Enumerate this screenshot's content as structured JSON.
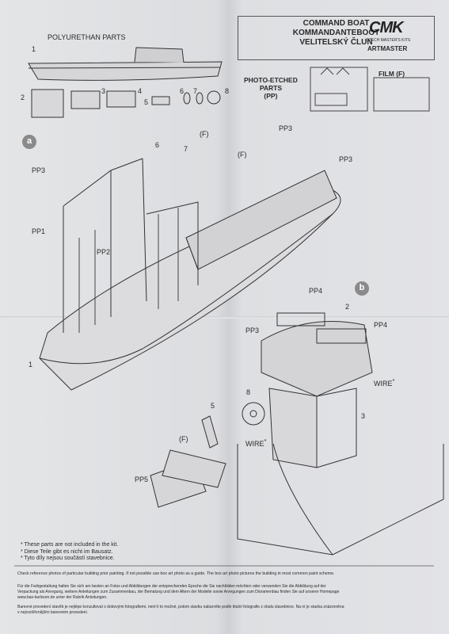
{
  "header": {
    "polyurethan": "POLYURETHAN PARTS",
    "title1": "COMMAND BOAT",
    "title2": "KOMMANDANTEBOOT",
    "title3": "VELITELSKÝ ČLUN",
    "logo_mark": "CMK",
    "logo_small": "CZECH MASTER'S KITS",
    "artmaster": "ARTMASTER",
    "pe_title1": "PHOTO-ETCHED",
    "pe_title2": "PARTS",
    "pe_title3": "(PP)",
    "film": "FILM (F)"
  },
  "part_numbers": [
    "1",
    "2",
    "3",
    "4",
    "5",
    "6",
    "7",
    "8"
  ],
  "steps": [
    "a",
    "b"
  ],
  "labels": {
    "pp1": "PP1",
    "pp2": "PP2",
    "pp3": "PP3",
    "pp4": "PP4",
    "pp5": "PP5",
    "f": "(F)",
    "wire": "WIRE",
    "star": "*",
    "n1": "1",
    "n2": "2",
    "n3": "3",
    "n5": "5",
    "n6": "6",
    "n7": "7",
    "n8": "8"
  },
  "footnotes": [
    "* These parts are not included in the kit.",
    "* Diese Teile gibt es nicht im Bausatz.",
    "* Tyto díly nejsou součástí stavebnice."
  ],
  "notes": {
    "en": "Check reference photos of particular building prior painting. If not possible use box art photo as a guide. The box art photo pictures the building in most common paint scheme.",
    "de1": "Für die Farbgestaltung halten Sie sich am besten an Fotos und Abbildungen der entsprechenden Epoche die Sie nachbilden möchten oder verwenden Sie die Abbildung auf der",
    "de2": "Verpackung als Anregung, weitere Anleitungen zum Zusammenbau, der Bemalung und dem Altern der Modelle sowie Anregungen zum Dioramenbau finden Sie auf unserer Homepage",
    "de3": "www.bas-karlsson.de unter der Rubrik Anleitungen.",
    "cz1": "Barevné provedení stavěb je nejlépe konzultovat s dobovými fotografiemi, není-li to možné, potom stavbu nabarvěte podle titulní fotografie z obalu stavebnice. Na ní je stavba znázorněna",
    "cz2": "v nejrozšířenějším barevném provedení."
  }
}
